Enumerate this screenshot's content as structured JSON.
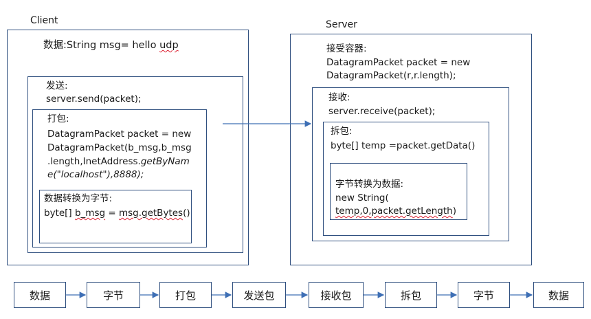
{
  "client": {
    "title": "Client",
    "data_prefix": "数据:String msg= hello ",
    "data_word": "udp",
    "send": {
      "label": "发送:",
      "code": "server.send(packet);",
      "pack": {
        "label": "打包:",
        "line1": "DatagramPacket packet = new",
        "line2": "DatagramPacket(b_msg,b_msg",
        "line3a": ".length,InetAddress.",
        "line3b": "getByNam",
        "line4a": "e",
        "line4b": "(\"localhost\"),8888);",
        "convert": {
          "label": "数据转换为字节:",
          "code_a": "byte[] ",
          "code_b": "b_msg",
          "code_c": " = ",
          "code_d": "msg.getBytes",
          "code_e": "()"
        }
      }
    }
  },
  "server": {
    "title": "Server",
    "container_label": "接受容器:",
    "container_line1": "DatagramPacket packet = new",
    "container_line2": "DatagramPacket(r,r.length);",
    "receive": {
      "label": "接收:",
      "code": "server.receive(packet);",
      "unpack": {
        "label": "拆包:",
        "code": "byte[] temp =packet.getData()",
        "convert": {
          "label": "字节转换为数据:",
          "line1": "new String(",
          "line2a": "temp,0,packet.getLength",
          "line2b": ")"
        }
      }
    }
  },
  "flow": [
    "数据",
    "字节",
    "打包",
    "发送包",
    "接收包",
    "拆包",
    "字节",
    "数据"
  ],
  "colors": {
    "border": "#2f4f7f",
    "arrow": "#3e6fb5",
    "squiggle": "#dd2233"
  }
}
